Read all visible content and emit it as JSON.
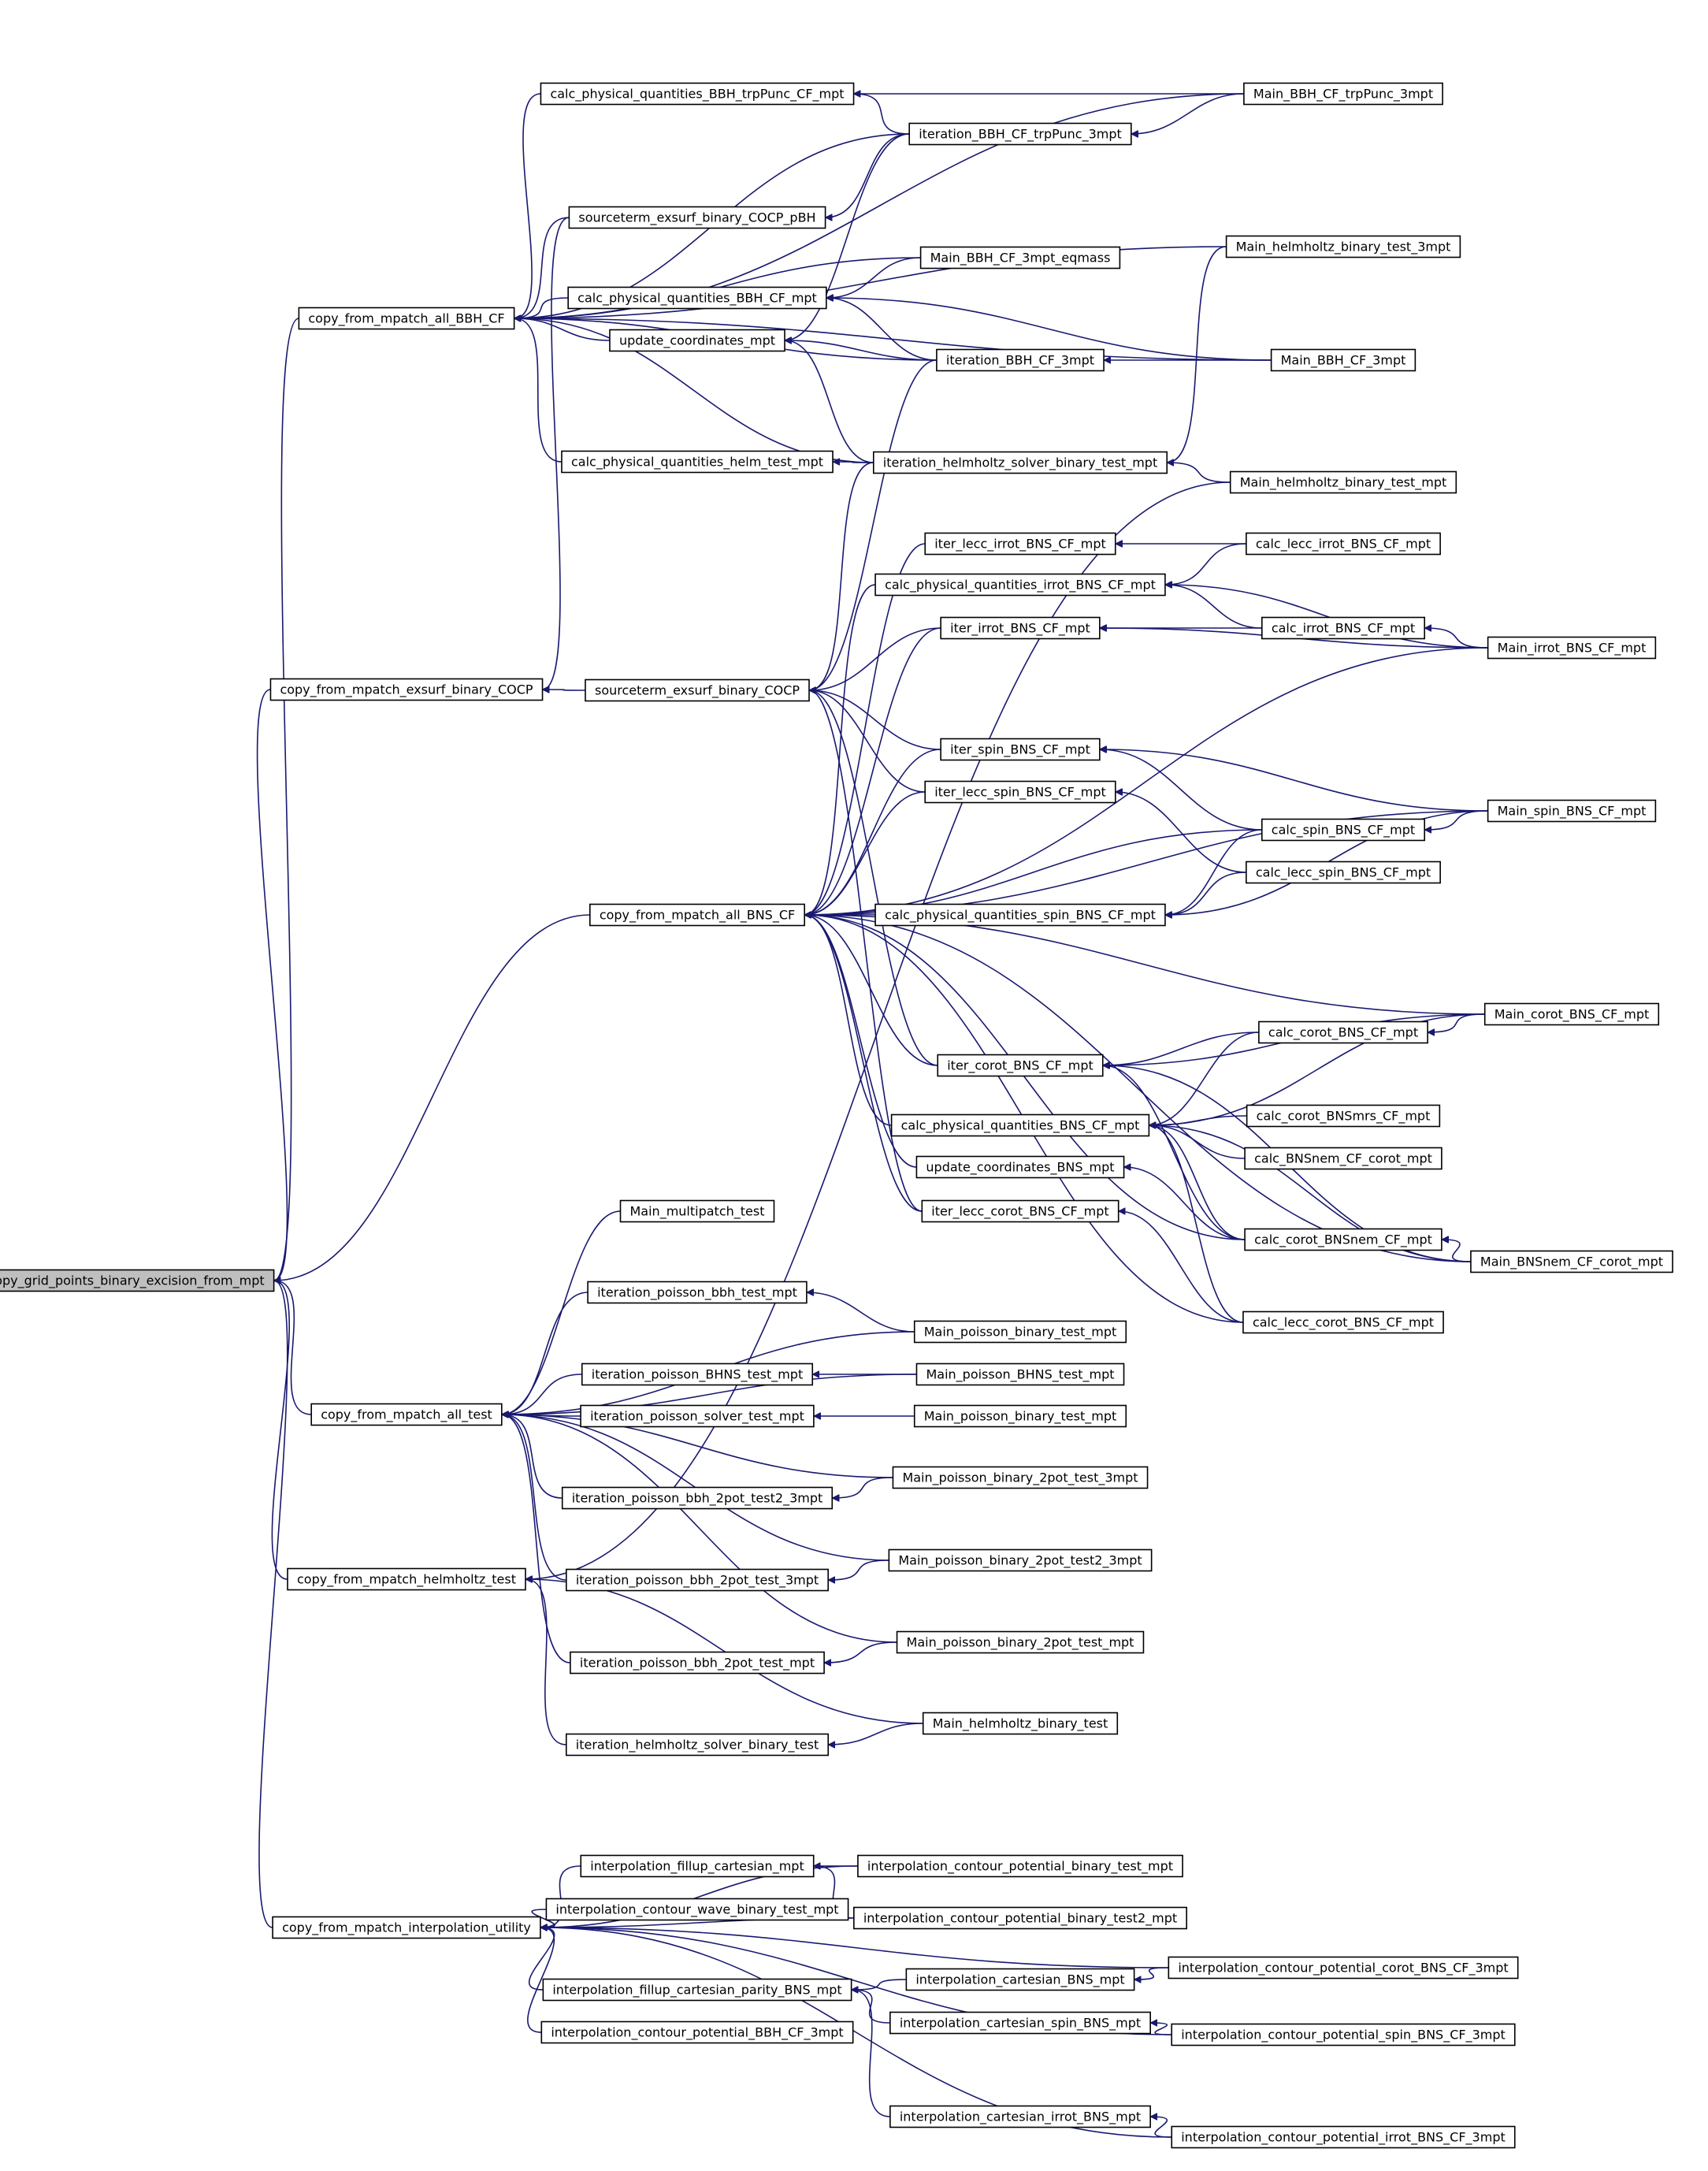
{
  "graph": {
    "type": "caller-graph",
    "colors": {
      "edge": "#191970",
      "node_border": "#000000",
      "root_fill": "#bfbfbf",
      "node_fill": "#ffffff"
    },
    "nodes": [
      {
        "id": "root",
        "label": "copy_grid_points_binary_excision_from_mpt"
      },
      {
        "id": "bbh",
        "label": "copy_from_mpatch_all_BBH_CF"
      },
      {
        "id": "exs",
        "label": "copy_from_mpatch_exsurf_binary_COCP"
      },
      {
        "id": "bns",
        "label": "copy_from_mpatch_all_BNS_CF"
      },
      {
        "id": "tst",
        "label": "copy_from_mpatch_all_test"
      },
      {
        "id": "hlm",
        "label": "copy_from_mpatch_helmholtz_test"
      },
      {
        "id": "itp",
        "label": "copy_from_mpatch_interpolation_utility"
      },
      {
        "id": "cpqtrp",
        "label": "calc_physical_quantities_BBH_trpPunc_CF_mpt"
      },
      {
        "id": "srcpbh",
        "label": "sourceterm_exsurf_binary_COCP_pBH"
      },
      {
        "id": "cpqbbh",
        "label": "calc_physical_quantities_BBH_CF_mpt"
      },
      {
        "id": "updc",
        "label": "update_coordinates_mpt"
      },
      {
        "id": "cpqhlm",
        "label": "calc_physical_quantities_helm_test_mpt"
      },
      {
        "id": "itbbhtrp",
        "label": "iteration_BBH_CF_trpPunc_3mpt"
      },
      {
        "id": "mbbhtrp",
        "label": "Main_BBH_CF_trpPunc_3mpt"
      },
      {
        "id": "mhlm3",
        "label": "Main_helmholtz_binary_test_3mpt"
      },
      {
        "id": "mbbheq",
        "label": "Main_BBH_CF_3mpt_eqmass"
      },
      {
        "id": "itbbh3",
        "label": "iteration_BBH_CF_3mpt"
      },
      {
        "id": "mbbh3",
        "label": "Main_BBH_CF_3mpt"
      },
      {
        "id": "ithlm",
        "label": "iteration_helmholtz_solver_binary_test_mpt"
      },
      {
        "id": "mhlmmpt",
        "label": "Main_helmholtz_binary_test_mpt"
      },
      {
        "id": "srccocp",
        "label": "sourceterm_exsurf_binary_COCP"
      },
      {
        "id": "itleccirr",
        "label": "iter_lecc_irrot_BNS_CF_mpt"
      },
      {
        "id": "cpqirr",
        "label": "calc_physical_quantities_irrot_BNS_CF_mpt"
      },
      {
        "id": "itirr",
        "label": "iter_irrot_BNS_CF_mpt"
      },
      {
        "id": "cleccirr",
        "label": "calc_lecc_irrot_BNS_CF_mpt"
      },
      {
        "id": "cirr",
        "label": "calc_irrot_BNS_CF_mpt"
      },
      {
        "id": "mirr",
        "label": "Main_irrot_BNS_CF_mpt"
      },
      {
        "id": "itspin",
        "label": "iter_spin_BNS_CF_mpt"
      },
      {
        "id": "itleccspin",
        "label": "iter_lecc_spin_BNS_CF_mpt"
      },
      {
        "id": "mspin",
        "label": "Main_spin_BNS_CF_mpt"
      },
      {
        "id": "cspin",
        "label": "calc_spin_BNS_CF_mpt"
      },
      {
        "id": "cleccspin",
        "label": "calc_lecc_spin_BNS_CF_mpt"
      },
      {
        "id": "cpqspin",
        "label": "calc_physical_quantities_spin_BNS_CF_mpt"
      },
      {
        "id": "mcorot",
        "label": "Main_corot_BNS_CF_mpt"
      },
      {
        "id": "ccorot",
        "label": "calc_corot_BNS_CF_mpt"
      },
      {
        "id": "itcorot",
        "label": "iter_corot_BNS_CF_mpt"
      },
      {
        "id": "cpqbns",
        "label": "calc_physical_quantities_BNS_CF_mpt"
      },
      {
        "id": "ccorotmrs",
        "label": "calc_corot_BNSmrs_CF_mpt"
      },
      {
        "id": "cnem",
        "label": "calc_BNSnem_CF_corot_mpt"
      },
      {
        "id": "updbns",
        "label": "update_coordinates_BNS_mpt"
      },
      {
        "id": "itlecccorot",
        "label": "iter_lecc_corot_BNS_CF_mpt"
      },
      {
        "id": "ccorotnem",
        "label": "calc_corot_BNSnem_CF_mpt"
      },
      {
        "id": "mnem",
        "label": "Main_BNSnem_CF_corot_mpt"
      },
      {
        "id": "clecccorot",
        "label": "calc_lecc_corot_BNS_CF_mpt"
      },
      {
        "id": "mmp",
        "label": "Main_multipatch_test"
      },
      {
        "id": "itpbbh",
        "label": "iteration_poisson_bbh_test_mpt"
      },
      {
        "id": "mpb1",
        "label": "Main_poisson_binary_test_mpt"
      },
      {
        "id": "itpbhns",
        "label": "iteration_poisson_BHNS_test_mpt"
      },
      {
        "id": "mpbhns",
        "label": "Main_poisson_BHNS_test_mpt"
      },
      {
        "id": "itpsol",
        "label": "iteration_poisson_solver_test_mpt"
      },
      {
        "id": "mpb2",
        "label": "Main_poisson_binary_test_mpt"
      },
      {
        "id": "itp2t23",
        "label": "iteration_poisson_bbh_2pot_test2_3mpt"
      },
      {
        "id": "mp2p3",
        "label": "Main_poisson_binary_2pot_test_3mpt"
      },
      {
        "id": "mp2p23",
        "label": "Main_poisson_binary_2pot_test2_3mpt"
      },
      {
        "id": "itp2t3",
        "label": "iteration_poisson_bbh_2pot_test_3mpt"
      },
      {
        "id": "itp2tm",
        "label": "iteration_poisson_bbh_2pot_test_mpt"
      },
      {
        "id": "mp2pm",
        "label": "Main_poisson_binary_2pot_test_mpt"
      },
      {
        "id": "mhlmt",
        "label": "Main_helmholtz_binary_test"
      },
      {
        "id": "ithlmt",
        "label": "iteration_helmholtz_solver_binary_test"
      },
      {
        "id": "ifc",
        "label": "interpolation_fillup_cartesian_mpt"
      },
      {
        "id": "icpbt",
        "label": "interpolation_contour_potential_binary_test_mpt"
      },
      {
        "id": "icwbt",
        "label": "interpolation_contour_wave_binary_test_mpt"
      },
      {
        "id": "icpbt2",
        "label": "interpolation_contour_potential_binary_test2_mpt"
      },
      {
        "id": "icbns",
        "label": "interpolation_cartesian_BNS_mpt"
      },
      {
        "id": "icpcorot",
        "label": "interpolation_contour_potential_corot_BNS_CF_3mpt"
      },
      {
        "id": "ifcp",
        "label": "interpolation_fillup_cartesian_parity_BNS_mpt"
      },
      {
        "id": "icspin",
        "label": "interpolation_cartesian_spin_BNS_mpt"
      },
      {
        "id": "icpspin",
        "label": "interpolation_contour_potential_spin_BNS_CF_3mpt"
      },
      {
        "id": "icpbbh",
        "label": "interpolation_contour_potential_BBH_CF_3mpt"
      },
      {
        "id": "icirr",
        "label": "interpolation_cartesian_irrot_BNS_mpt"
      },
      {
        "id": "icpirr",
        "label": "interpolation_contour_potential_irrot_BNS_CF_3mpt"
      }
    ],
    "edges": [
      [
        "root",
        "bbh"
      ],
      [
        "root",
        "exs"
      ],
      [
        "root",
        "bns"
      ],
      [
        "root",
        "tst"
      ],
      [
        "root",
        "hlm"
      ],
      [
        "root",
        "itp"
      ],
      [
        "bbh",
        "cpqtrp"
      ],
      [
        "bbh",
        "srcpbh"
      ],
      [
        "bbh",
        "cpqbbh"
      ],
      [
        "bbh",
        "updc"
      ],
      [
        "bbh",
        "cpqhlm"
      ],
      [
        "bbh",
        "mbbhtrp"
      ],
      [
        "bbh",
        "itbbhtrp"
      ],
      [
        "bbh",
        "mhlm3"
      ],
      [
        "bbh",
        "mbbheq"
      ],
      [
        "bbh",
        "itbbh3"
      ],
      [
        "bbh",
        "mbbh3"
      ],
      [
        "bbh",
        "ithlm"
      ],
      [
        "cpqtrp",
        "mbbhtrp"
      ],
      [
        "cpqtrp",
        "itbbhtrp"
      ],
      [
        "itbbhtrp",
        "mbbhtrp"
      ],
      [
        "srcpbh",
        "itbbhtrp"
      ],
      [
        "cpqbbh",
        "mbbheq"
      ],
      [
        "cpqbbh",
        "itbbh3"
      ],
      [
        "cpqbbh",
        "mbbh3"
      ],
      [
        "updc",
        "itbbhtrp"
      ],
      [
        "updc",
        "itbbh3"
      ],
      [
        "updc",
        "ithlm"
      ],
      [
        "itbbh3",
        "mbbh3"
      ],
      [
        "cpqhlm",
        "ithlm"
      ],
      [
        "ithlm",
        "mhlmmpt"
      ],
      [
        "ithlm",
        "mhlm3"
      ],
      [
        "exs",
        "srcpbh"
      ],
      [
        "exs",
        "srccocp"
      ],
      [
        "srccocp",
        "itbbh3"
      ],
      [
        "srccocp",
        "ithlm"
      ],
      [
        "srccocp",
        "itirr"
      ],
      [
        "srccocp",
        "itspin"
      ],
      [
        "srccocp",
        "itleccspin"
      ],
      [
        "srccocp",
        "itcorot"
      ],
      [
        "srccocp",
        "itlecccorot"
      ],
      [
        "bns",
        "itleccirr"
      ],
      [
        "bns",
        "cpqirr"
      ],
      [
        "bns",
        "itirr"
      ],
      [
        "bns",
        "itspin"
      ],
      [
        "bns",
        "itleccspin"
      ],
      [
        "bns",
        "cpqspin"
      ],
      [
        "bns",
        "itcorot"
      ],
      [
        "bns",
        "cpqbns"
      ],
      [
        "bns",
        "updbns"
      ],
      [
        "bns",
        "itlecccorot"
      ],
      [
        "bns",
        "mirr"
      ],
      [
        "bns",
        "mspin"
      ],
      [
        "bns",
        "cspin"
      ],
      [
        "bns",
        "mcorot"
      ],
      [
        "bns",
        "ccorotnem"
      ],
      [
        "bns",
        "clecccorot"
      ],
      [
        "bns",
        "mnem"
      ],
      [
        "itleccirr",
        "cleccirr"
      ],
      [
        "cpqirr",
        "cleccirr"
      ],
      [
        "cpqirr",
        "cirr"
      ],
      [
        "cpqirr",
        "mirr"
      ],
      [
        "itirr",
        "cirr"
      ],
      [
        "itirr",
        "mirr"
      ],
      [
        "cirr",
        "mirr"
      ],
      [
        "itspin",
        "cspin"
      ],
      [
        "itspin",
        "mspin"
      ],
      [
        "itleccspin",
        "cleccspin"
      ],
      [
        "cspin",
        "mspin"
      ],
      [
        "cpqspin",
        "cspin"
      ],
      [
        "cpqspin",
        "cleccspin"
      ],
      [
        "cpqspin",
        "mspin"
      ],
      [
        "itcorot",
        "ccorot"
      ],
      [
        "itcorot",
        "mcorot"
      ],
      [
        "itcorot",
        "ccorotnem"
      ],
      [
        "itcorot",
        "mnem"
      ],
      [
        "ccorot",
        "mcorot"
      ],
      [
        "cpqbns",
        "ccorot"
      ],
      [
        "cpqbns",
        "ccorotmrs"
      ],
      [
        "cpqbns",
        "cnem"
      ],
      [
        "cpqbns",
        "ccorotnem"
      ],
      [
        "cpqbns",
        "clecccorot"
      ],
      [
        "cpqbns",
        "mcorot"
      ],
      [
        "cpqbns",
        "mnem"
      ],
      [
        "updbns",
        "ccorotnem"
      ],
      [
        "itlecccorot",
        "clecccorot"
      ],
      [
        "ccorotnem",
        "mnem"
      ],
      [
        "hlm",
        "mhlmmpt"
      ],
      [
        "tst",
        "mmp"
      ],
      [
        "tst",
        "itpbbh"
      ],
      [
        "tst",
        "mpb1"
      ],
      [
        "tst",
        "itpbhns"
      ],
      [
        "tst",
        "mpbhns"
      ],
      [
        "tst",
        "itpsol"
      ],
      [
        "tst",
        "mp2p3"
      ],
      [
        "tst",
        "itp2t23"
      ],
      [
        "tst",
        "mp2p23"
      ],
      [
        "tst",
        "itp2t3"
      ],
      [
        "tst",
        "mp2pm"
      ],
      [
        "tst",
        "itp2tm"
      ],
      [
        "itpbbh",
        "mpb1"
      ],
      [
        "itpbhns",
        "mpbhns"
      ],
      [
        "itpsol",
        "mpb2"
      ],
      [
        "itp2t23",
        "mp2p3"
      ],
      [
        "itp2t3",
        "mp2p23"
      ],
      [
        "itp2tm",
        "mp2pm"
      ],
      [
        "hlm",
        "mhlmt"
      ],
      [
        "hlm",
        "ithlmt"
      ],
      [
        "ithlmt",
        "mhlmt"
      ],
      [
        "itp",
        "icpcorot"
      ],
      [
        "itp",
        "icpbt"
      ],
      [
        "itp",
        "ifc"
      ],
      [
        "itp",
        "icwbt"
      ],
      [
        "itp",
        "icpbt2"
      ],
      [
        "itp",
        "ifcp"
      ],
      [
        "itp",
        "icpbbh"
      ],
      [
        "itp",
        "icpspin"
      ],
      [
        "itp",
        "icpirr"
      ],
      [
        "ifc",
        "icpbt"
      ],
      [
        "ifc",
        "icpbt2"
      ],
      [
        "ifcp",
        "icbns"
      ],
      [
        "ifcp",
        "icspin"
      ],
      [
        "ifcp",
        "icirr"
      ],
      [
        "icbns",
        "icpcorot"
      ],
      [
        "icspin",
        "icpspin"
      ],
      [
        "icirr",
        "icpirr"
      ]
    ]
  }
}
